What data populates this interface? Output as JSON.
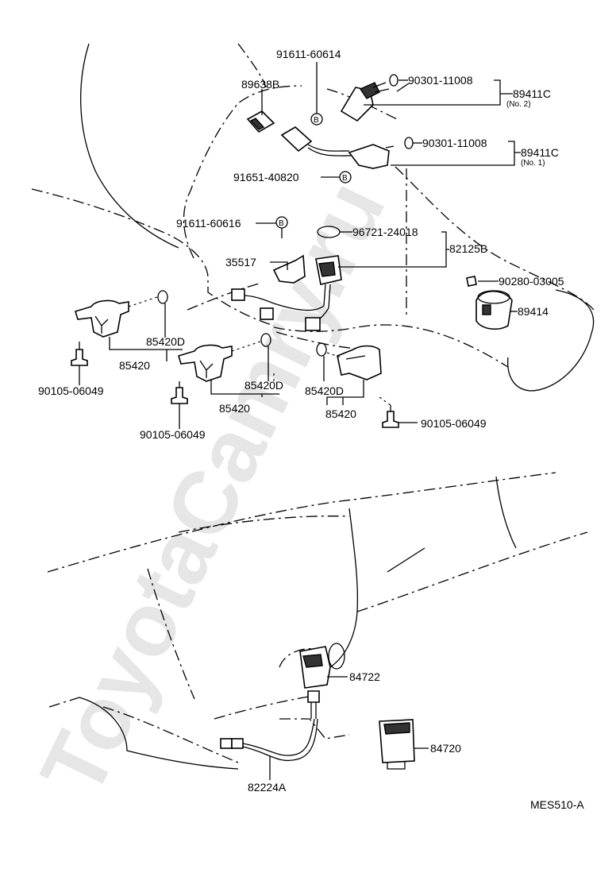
{
  "watermark": "ToyotaCamry.ru",
  "diagram_code": "MES510-A",
  "part_labels": {
    "p91611_60614": "91611-60614",
    "p89638B": "89638B",
    "p90301_11008_a": "90301-11008",
    "p89411C_no2": "89411C",
    "p89411C_no2_sub": "(No. 2)",
    "p90301_11008_b": "90301-11008",
    "p89411C_no1": "89411C",
    "p89411C_no1_sub": "(No. 1)",
    "p91651_40820": "91651-40820",
    "p91611_60616": "91611-60616",
    "p96721_24018": "96721-24018",
    "p82125B": "82125B",
    "p35517": "35517",
    "p90280_03005": "90280-03005",
    "p89414": "89414",
    "p85420D_a": "85420D",
    "p85420_a": "85420",
    "p90105_06049_a": "90105-06049",
    "p85420D_b": "85420D",
    "p85420_b": "85420",
    "p90105_06049_b": "90105-06049",
    "p85420D_c": "85420D",
    "p85420_c": "85420",
    "p90105_06049_c": "90105-06049",
    "p84722": "84722",
    "p84720": "84720",
    "p82224A": "82224A"
  },
  "bolt_marker": "B"
}
